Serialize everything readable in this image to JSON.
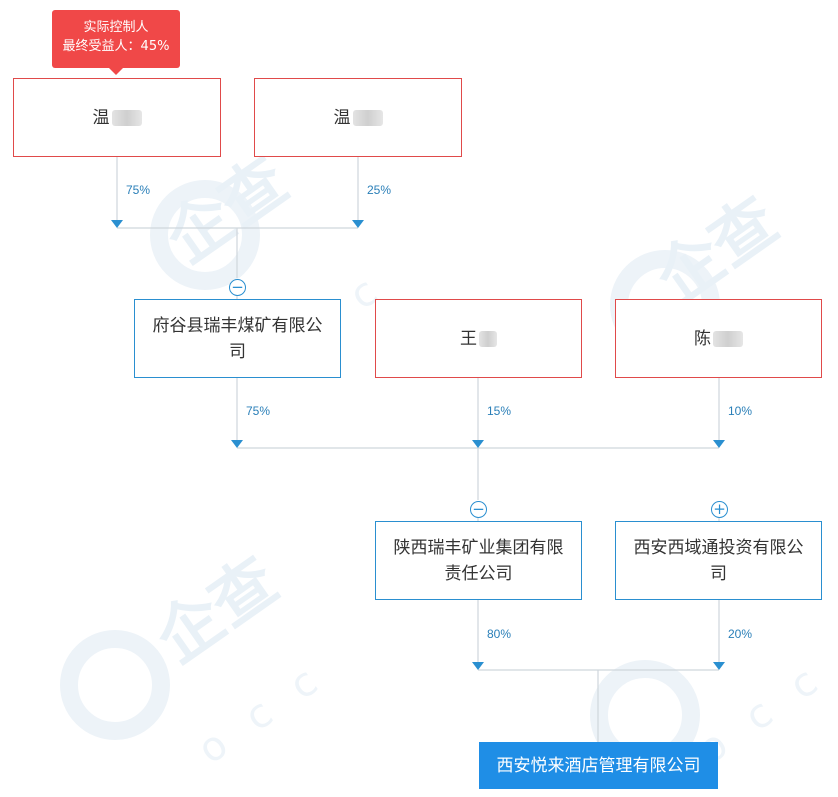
{
  "badge": {
    "line1": "实际控制人",
    "line2": "最终受益人：45%"
  },
  "nodes": {
    "wen1": {
      "label": "温"
    },
    "wen2": {
      "label": "温"
    },
    "fugu": {
      "label": "府谷县瑞丰煤矿有限公司"
    },
    "wang": {
      "label": "王"
    },
    "chen": {
      "label": "陈"
    },
    "ruifeng": {
      "label": "陕西瑞丰矿业集团有限责任公司"
    },
    "xiyu": {
      "label": "西安西域通投资有限公司"
    },
    "target": {
      "label": "西安悦来酒店管理有限公司"
    }
  },
  "edges": {
    "wen1_fugu": "75%",
    "wen2_fugu": "25%",
    "fugu_ruifeng": "75%",
    "wang_ruifeng": "15%",
    "chen_ruifeng": "10%",
    "ruifeng_target": "80%",
    "xiyu_target": "20%"
  },
  "toggles": {
    "fugu": "−",
    "ruifeng": "−",
    "xiyu": "+"
  },
  "colors": {
    "person_border": "#e04a4a",
    "company_border": "#2a8fd0",
    "target_fill": "#1f8ee6",
    "badge_fill": "#f04848",
    "connector": "#cfd6dc",
    "arrow": "#2a8fd0",
    "percent_text": "#2a7fb8"
  }
}
